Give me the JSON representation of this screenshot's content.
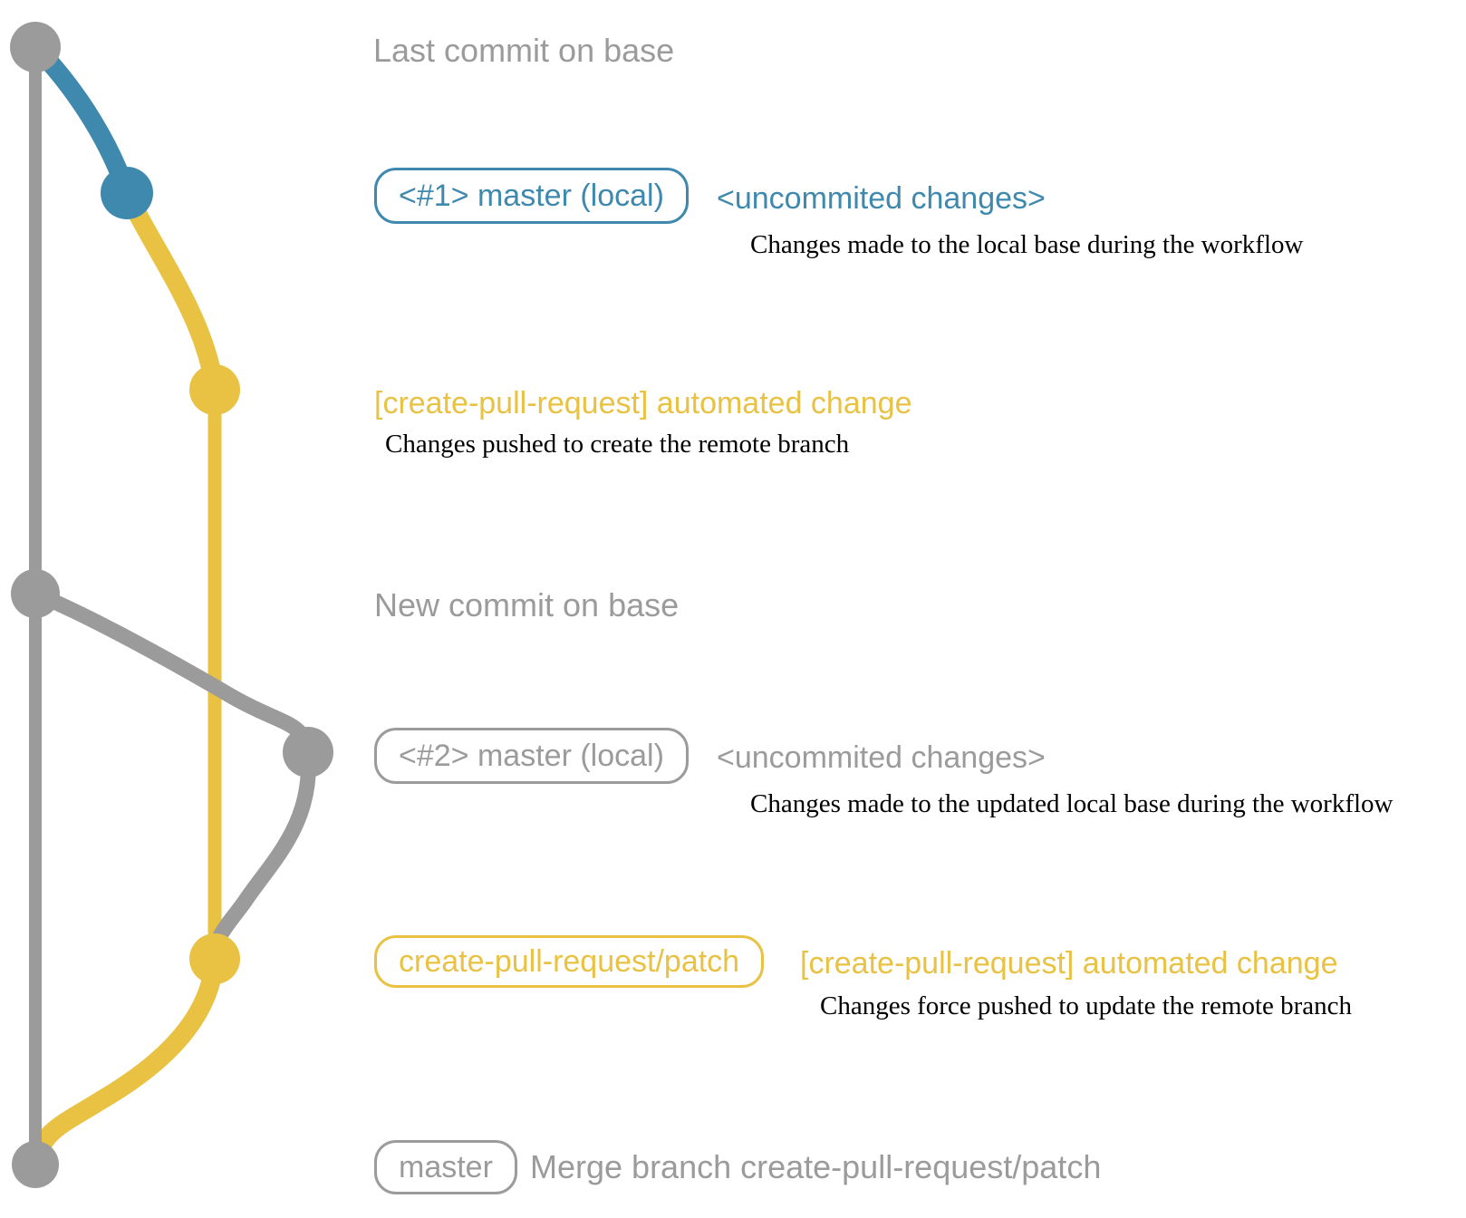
{
  "colors": {
    "gray": "#9b9b9b",
    "blue": "#3e89ad",
    "yellow": "#e9c243",
    "annotation": "#000000"
  },
  "rows": {
    "last_commit": {
      "caption": "Last commit on base"
    },
    "commit1": {
      "badge": "<#1> master (local)",
      "message": "<uncommited changes>",
      "annotation": "Changes made to the local base during the workflow"
    },
    "push1": {
      "message": "[create-pull-request] automated change",
      "annotation": "Changes pushed to create the remote branch"
    },
    "new_commit": {
      "caption": "New commit on base"
    },
    "commit2": {
      "badge": "<#2> master (local)",
      "message": "<uncommited changes>",
      "annotation": "Changes made to the updated local base during the workflow"
    },
    "push2": {
      "badge": "create-pull-request/patch",
      "message": "[create-pull-request] automated change",
      "annotation": "Changes force pushed to update the remote branch"
    },
    "merge": {
      "badge": "master",
      "message": "Merge branch create-pull-request/patch"
    }
  },
  "graph": {
    "commits": [
      {
        "id": "last-commit-on-base",
        "branch": "base",
        "color": "gray"
      },
      {
        "id": "uncommitted-changes-1",
        "branch": "master-local",
        "color": "blue"
      },
      {
        "id": "automated-change-1",
        "branch": "create-pull-request/patch",
        "color": "yellow"
      },
      {
        "id": "new-commit-on-base",
        "branch": "base",
        "color": "gray"
      },
      {
        "id": "uncommitted-changes-2",
        "branch": "master-local",
        "color": "gray"
      },
      {
        "id": "automated-change-2",
        "branch": "create-pull-request/patch",
        "color": "yellow"
      },
      {
        "id": "merge-commit",
        "branch": "base",
        "color": "gray"
      }
    ]
  }
}
